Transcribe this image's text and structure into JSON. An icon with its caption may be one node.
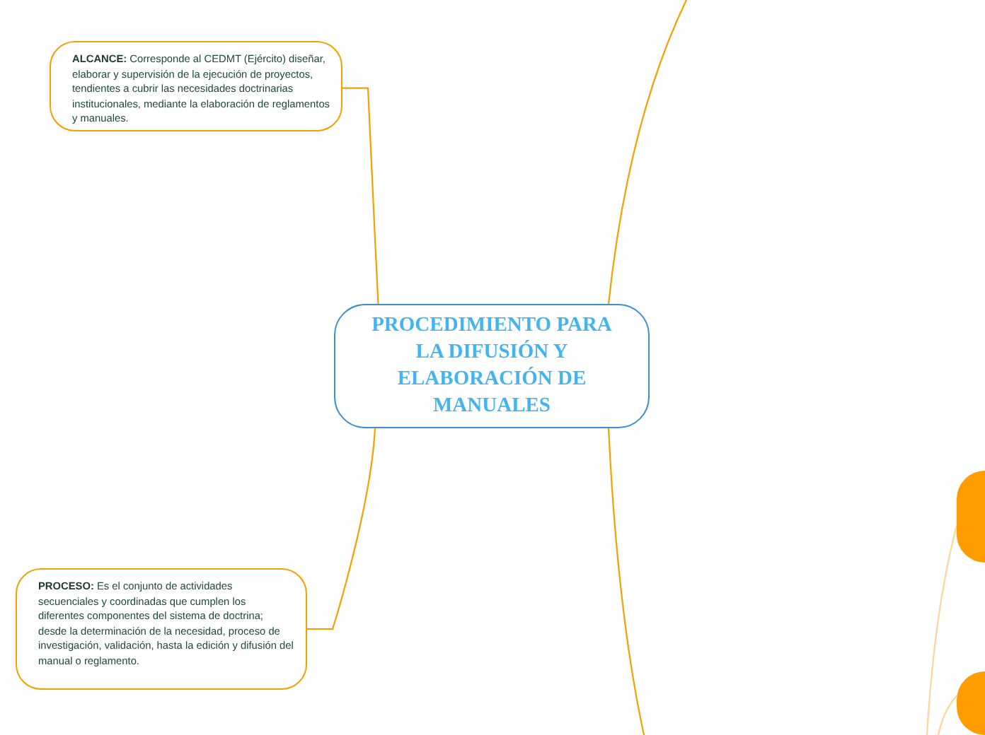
{
  "diagram": {
    "nodes": [
      {
        "text": [
          "PROCEDIMIENTO PARA LA DIFUSIÓN Y ELABORACIÓN DE MANUALES"
        ]
      },
      {
        "text": [
          "**ALCANCE:** Corresponde al CEDMT (Ejército) diseñar, elaborar y supervisión de la ejecución de proyectos, tendientes a cubrir las necesidades doctrinarias institucionales, mediante la elaboración de reglamentos y manuales."
        ]
      },
      {
        "text": [
          "**PROCESO:** Es el conjunto de actividades secuenciales y coordinadas que cumplen los diferentes componentes del sistema de doctrina; desde la determinación de la necesidad, proceso de investigación, validación, hasta la edición y difusión del manual o reglamento."
        ]
      },
      {
        "text": [],
        "shape": "box"
      },
      {
        "text": [],
        "shape": "box"
      }
    ],
    "edges": [
      {
        "from": 0,
        "to": 1,
        "arrow": "none"
      },
      {
        "from": 0,
        "to": 2,
        "arrow": "none"
      },
      {
        "from": 0,
        "to": null,
        "arrow": "none"
      },
      {
        "from": 0,
        "to": null,
        "arrow": "none"
      },
      {
        "from": null,
        "to": 3,
        "arrow": "none",
        "color": "#ffd49a"
      },
      {
        "from": null,
        "to": 4,
        "arrow": "none",
        "color": "#ffd49a"
      }
    ]
  }
}
